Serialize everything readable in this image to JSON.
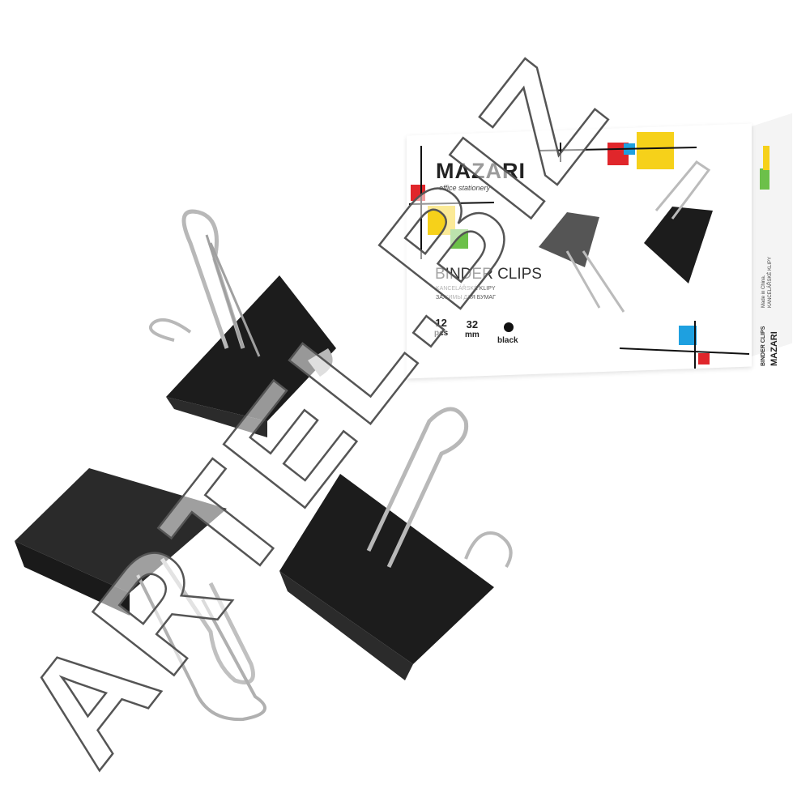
{
  "package": {
    "brand": "MAZARI",
    "brand_tagline": "office stationery",
    "product_title": "BINDER CLIPS",
    "subtitle_cz": "KANCELÁŘSKÉ KLIPY",
    "subtitle_ru": "ЗАЖИМЫ ДЛЯ БУМАГ",
    "count": "12",
    "count_unit": "pcs",
    "size": "32",
    "size_unit": "mm",
    "color_label": "black",
    "side_brand": "MAZARI",
    "side_title": "BINDER CLIPS",
    "side_subtitle": "KANCELÁŘSKÉ KLIPY",
    "side_made_in": "Made in China."
  },
  "watermark": {
    "text": "ARTEL.BIZ"
  },
  "colors": {
    "red": "#e0262b",
    "yellow": "#f6d11a",
    "green": "#6cc04a",
    "blue": "#1ea0e0",
    "clip_black": "#1c1c1c",
    "wire": "#b8b8b8"
  }
}
